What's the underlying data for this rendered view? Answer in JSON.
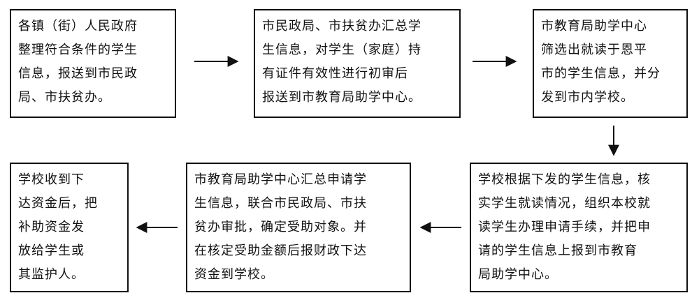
{
  "steps": [
    {
      "id": "b1",
      "text": "各镇（街）人民政府\n整理符合条件的学生\n信息，报送到市民政\n局、市扶贫办。"
    },
    {
      "id": "b2",
      "text": "市民政局、市扶贫办汇总学\n生信息，对学生（家庭）持\n有证件有效性进行初审后\n报送到市教育局助学中心。"
    },
    {
      "id": "b3",
      "text": "市教育局助学中心\n筛选出就读于恩平\n市的学生信息，并分\n发到市内学校。"
    },
    {
      "id": "b4",
      "text": "学校根据下发的学生信息，核\n实学生就读情况，组织本校就\n读学生办理申请手续，并把申\n请的学生信息上报到市教育\n局助学中心。"
    },
    {
      "id": "b5",
      "text": "市教育局助学中心汇总申请学\n生信息，联合市民政局、市扶\n贫办审批，确定受助对象。并\n在核定受助金额后报财政下达\n资金到学校。"
    },
    {
      "id": "b6",
      "text": "学校收到下\n达资金后，把\n补助资金发\n放给学生或\n其监护人。"
    }
  ],
  "colors": {
    "line": "#111111",
    "background": "#ffffff"
  }
}
